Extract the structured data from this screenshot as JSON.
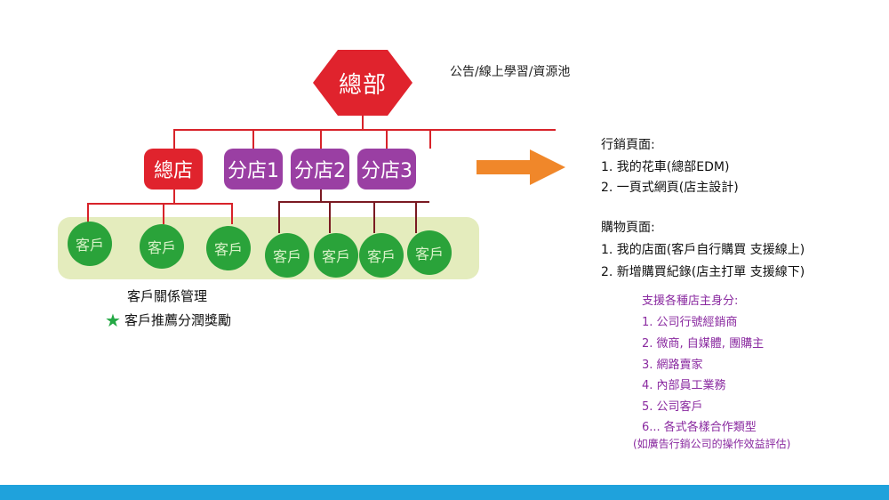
{
  "headquarters": {
    "label": "總部",
    "note": "公告/線上學習/資源池"
  },
  "stores": [
    {
      "label": "總店",
      "kind": "main"
    },
    {
      "label": "分店1",
      "kind": "branch"
    },
    {
      "label": "分店2",
      "kind": "branch"
    },
    {
      "label": "分店3",
      "kind": "branch"
    }
  ],
  "customer_label": "客戶",
  "customer_count": 7,
  "crm": {
    "management": "客戶關係管理",
    "referral_reward": "客戶推薦分潤獎勵"
  },
  "marketing": {
    "title": "行銷頁面:",
    "items": [
      "1. 我的花車(總部EDM)",
      "2. 一頁式網頁(店主設計)"
    ]
  },
  "shopping": {
    "title": "購物頁面:",
    "items": [
      "1. 我的店面(客戶自行購買 支援線上)",
      "2. 新增購買紀錄(店主打單 支援線下)"
    ]
  },
  "identities": {
    "title": "支援各種店主身分:",
    "items": [
      "1. 公司行號經銷商",
      "2. 微商, 自媒體, 團購主",
      "3. 網路賣家",
      "4. 內部員工業務",
      "5. 公司客戶",
      "6... 各式各樣合作類型"
    ],
    "note": "(如廣告行銷公司的操作效益評估)"
  },
  "colors": {
    "headquarters": "#e0232d",
    "main_store": "#e0232d",
    "branch_store": "#9a3fa3",
    "customer": "#2aa33a",
    "customer_band": "#e4ecbd",
    "arrow": "#f0872a",
    "identities_text": "#8a2aa0",
    "bottom_bar": "#1fa2dc"
  }
}
